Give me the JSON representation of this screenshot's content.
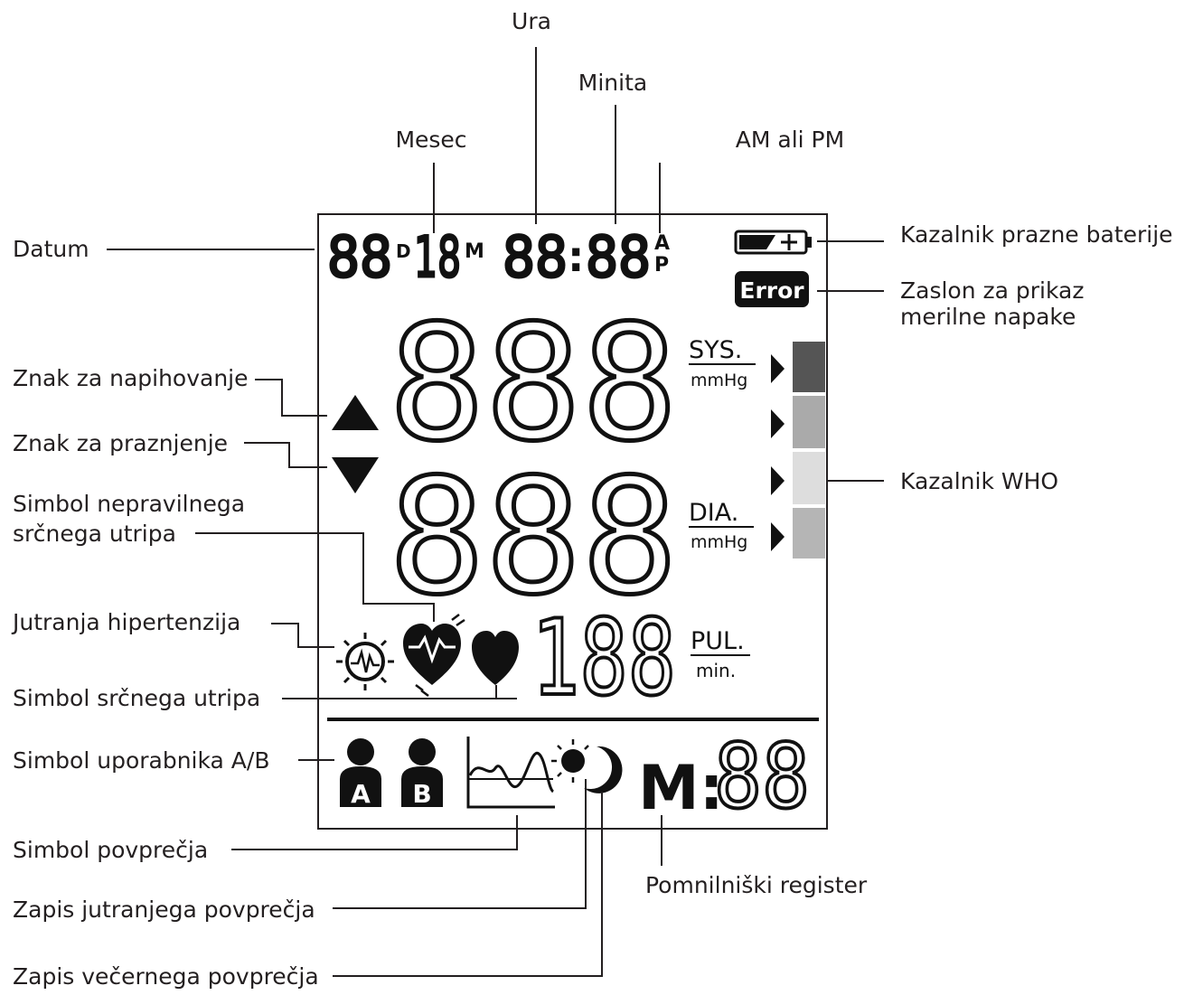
{
  "labels": {
    "ura": "Ura",
    "minita": "Minita",
    "mesec": "Mesec",
    "am_pm": "AM ali PM",
    "datum": "Datum",
    "battery": "Kazalnik prazne baterije",
    "error_line1": "Zaslon za prikaz",
    "error_line2": "merilne napake",
    "inflate": "Znak za napihovanje",
    "deflate": "Znak za praznjenje",
    "irregular_line1": "Simbol nepravilnega",
    "irregular_line2": "srčnega utripa",
    "who": "Kazalnik WHO",
    "morning_hyper": "Jutranja hipertenzija",
    "heartbeat": "Simbol srčnega utripa",
    "user_ab": "Simbol uporabnika A/B",
    "average": "Simbol povprečja",
    "memory": "Pomnilniški register",
    "morning_avg": "Zapis jutranjega povprečja",
    "evening_avg": "Zapis večernega povprečja"
  },
  "lcd": {
    "date_digits": "88",
    "date_d": "D",
    "month_digits": "18",
    "month_m": "M",
    "time_hours": "88",
    "time_colon": ":",
    "time_minutes": "88",
    "am": "A",
    "pm": "P",
    "error_badge": "Error",
    "sys_digits": "888",
    "dia_digits": "888",
    "pul_digits": "188",
    "sys_label": "SYS.",
    "dia_label": "DIA.",
    "mmhg": "mmHg",
    "pul_label": "PUL.",
    "min_label": "min.",
    "user_a": "A",
    "user_b": "B",
    "mem_prefix": "M:",
    "mem_digits": "88"
  },
  "colors": {
    "ink": "#231f20",
    "who_dark": "#555555",
    "who_mid": "#aaaaaa",
    "who_light": "#dddddd",
    "who_mid2": "#b5b5b5"
  },
  "icons": [
    "inflate-arrow-icon",
    "deflate-arrow-icon",
    "battery-icon",
    "heart-icon",
    "irregular-heartbeat-icon",
    "morning-sun-icon",
    "user-a-icon",
    "user-b-icon",
    "average-chart-icon",
    "sun-moon-icon",
    "who-pointer-icon"
  ]
}
